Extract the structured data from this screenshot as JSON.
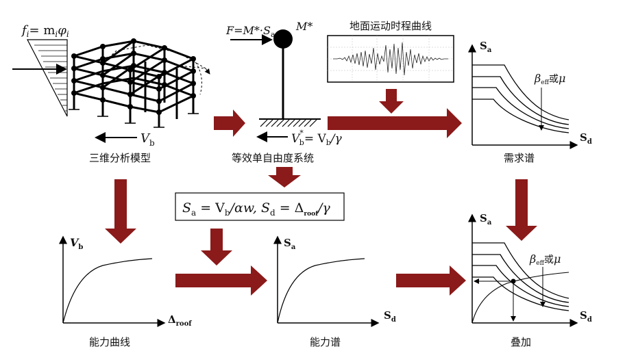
{
  "force_label": "f",
  "force_label_sub": "i",
  "force_label_eq": "= m",
  "force_label_sub2": "i",
  "force_label_phi": "φ",
  "force_label_sub3": "i",
  "frame_base_shear": "V",
  "frame_base_shear_sub": "b",
  "model_caption": "三维分析模型",
  "sdof_force": "F=M*·S",
  "sdof_force_sub": "a",
  "sdof_mass": "M*",
  "sdof_shear": "V",
  "sdof_shear_sup": "*",
  "sdof_shear_sub": "b",
  "sdof_shear_rhs": "= V",
  "sdof_shear_rhs_sub": "b",
  "sdof_shear_div": "/γ",
  "sdof_caption": "等效单自由度系统",
  "ground_motion_title": "地面运动时程曲线",
  "demand_caption": "需求谱",
  "demand_y_axis": "S",
  "demand_y_axis_sub": "a",
  "demand_x_axis": "S",
  "demand_x_axis_sub": "d",
  "demand_param": "β",
  "demand_param_sub": "eff",
  "demand_param_or": "或",
  "demand_param_mu": "μ",
  "formula_sa": "S",
  "formula_sa_sub": "a",
  "formula_eq1": " = V",
  "formula_vb_sub": "b",
  "formula_div1": "/αw, ",
  "formula_sd": "S",
  "formula_sd_sub": "d",
  "formula_eq2": " = Δ",
  "formula_roof_sub": "roof",
  "formula_div2": "/γ",
  "capacity_y_axis": "V",
  "capacity_y_axis_sub": "b",
  "capacity_x_axis": "Δ",
  "capacity_x_axis_sub": "roof",
  "capacity_caption": "能力曲线",
  "spectrum_y_axis": "S",
  "spectrum_y_axis_sub": "a",
  "spectrum_x_axis": "S",
  "spectrum_x_axis_sub": "d",
  "spectrum_caption": "能力谱",
  "overlay_y_axis": "S",
  "overlay_y_axis_sub": "a",
  "overlay_x_axis": "S",
  "overlay_x_axis_sub": "d",
  "overlay_param": "β",
  "overlay_param_sub": "eff",
  "overlay_param_or": "或",
  "overlay_param_mu": "μ",
  "overlay_caption": "叠加",
  "colors": {
    "arrow": "#8b1a1a",
    "line": "#000000",
    "background": "#ffffff"
  }
}
